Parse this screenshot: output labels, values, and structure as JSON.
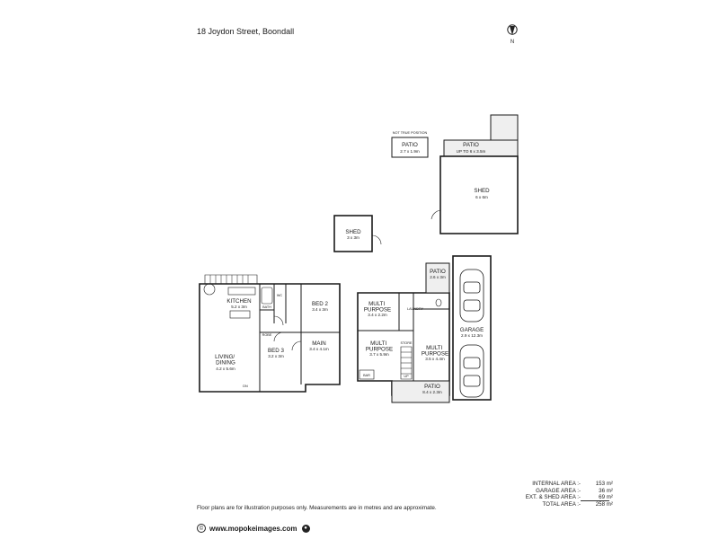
{
  "header": {
    "address": "18 Joydon Street, Boondall"
  },
  "compass": {
    "label": "N",
    "icon": "north-arrow-icon"
  },
  "outbuildings": {
    "not_true_position": "NOT TRUE POSITION",
    "patio_small": {
      "name": "PATIO",
      "dims": "2.7 x 1.9m"
    },
    "patio_large": {
      "name": "PATIO",
      "dims": "UP TO 6 x 3.5m"
    },
    "shed_large": {
      "name": "SHED",
      "dims": "6 x 6m"
    },
    "shed_small": {
      "name": "SHED",
      "dims": "3 x 3m"
    }
  },
  "upper_floor": {
    "kitchen": {
      "name": "KITCHEN",
      "dims": "5.2 x 3m"
    },
    "living": {
      "name": "LIVING/\nDINING",
      "dims": "4.2 x 5.6m"
    },
    "bed2": {
      "name": "BED 2",
      "dims": "3.4 x 3m"
    },
    "bed3": {
      "name": "BED 3",
      "dims": "3.2 x 3m"
    },
    "main": {
      "name": "MAIN",
      "dims": "3.4 x 4.1m"
    },
    "small_labels": {
      "bath": "BATH",
      "robe": "ROBE",
      "wc": "WC",
      "dn": "DN"
    }
  },
  "lower_floor": {
    "multi1": {
      "name": "MULTI\nPURPOSE",
      "dims": "3.4 x 2.2m"
    },
    "multi2": {
      "name": "MULTI\nPURPOSE",
      "dims": "3.7 x 5.9m"
    },
    "multi3": {
      "name": "MULTI\nPURPOSE",
      "dims": "3.5 x 4.4m"
    },
    "laundry": {
      "name": "LAUNDRY"
    },
    "patio_top": {
      "name": "PATIO",
      "dims": "2.6 x 3m"
    },
    "patio_bottom": {
      "name": "PATIO",
      "dims": "8.4 x 2.3m"
    },
    "garage": {
      "name": "GARAGE",
      "dims": "2.9 x 12.3m"
    },
    "bar": {
      "name": "BAR"
    },
    "small_labels": {
      "store": "STORE",
      "up": "UP"
    }
  },
  "areas": [
    {
      "label": "INTERNAL AREA :-",
      "value": "153 m²"
    },
    {
      "label": "GARAGE AREA :-",
      "value": "36 m²"
    },
    {
      "label": "EXT. & SHED AREA :-",
      "value": "69 m²"
    },
    {
      "label": "TOTAL AREA :-",
      "value": "258 m²"
    }
  ],
  "disclaimer": "Floor plans are for illustration purposes only. Measurements are in metres and are approximate.",
  "footer": {
    "website": "www.mopokeimages.com"
  }
}
